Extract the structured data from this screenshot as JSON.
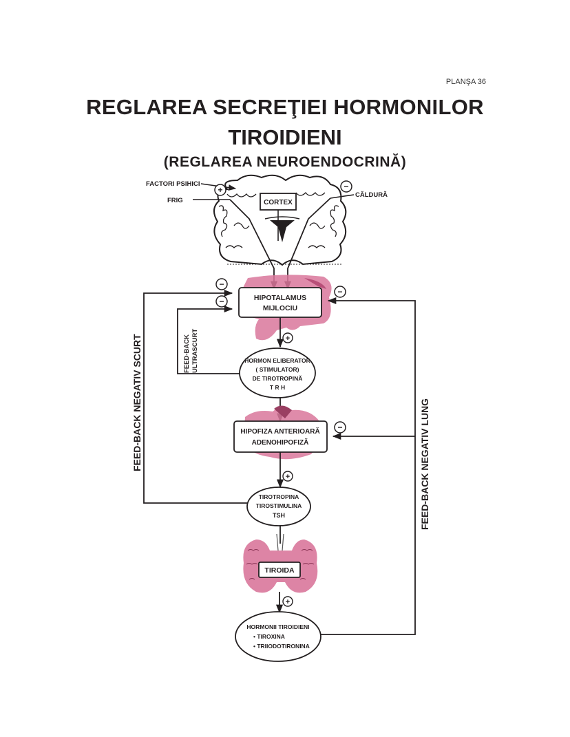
{
  "plate_label": "PLANŞA 36",
  "title": {
    "line1": "REGLAREA SECREŢIEI HORMONILOR",
    "line2": "TIROIDIENI",
    "subtitle": "(REGLAREA NEUROENDOCRINĂ)"
  },
  "inputs": {
    "psychic_factors": "FACTORI PSIHICI",
    "cold": "FRIG",
    "heat": "CĂLDURĂ"
  },
  "nodes": {
    "cortex": "CORTEX",
    "hypothalamus": [
      "HIPOTALAMUS",
      "MIJLOCIU"
    ],
    "trh": [
      "HORMON ELIBERATOR",
      "( STIMULATOR)",
      "DE TIROTROPINĂ",
      "T R H"
    ],
    "pituitary": [
      "HIPOFIZA ANTERIOARĂ",
      "ADENOHIPOFIZĂ"
    ],
    "tsh": [
      "TIROTROPINA",
      "TIROSTIMULINA",
      "TSH"
    ],
    "thyroid": "TIROIDA",
    "hormones": [
      "HORMONII TIROIDIENI",
      "• TIROXINA",
      "• TRIIODOTIRONINA"
    ]
  },
  "feedback": {
    "ultrashort": [
      "FEED-BACK",
      "ULTRASCURT"
    ],
    "short": "FEED-BACK NEGATIV SCURT",
    "long": "FEED-BACK NEGATIV LUNG"
  },
  "signs": {
    "plus": "+",
    "minus": "−"
  },
  "colors": {
    "ink": "#231f20",
    "tissue": "#d9779b",
    "tissue_light": "#f2c4d4"
  }
}
